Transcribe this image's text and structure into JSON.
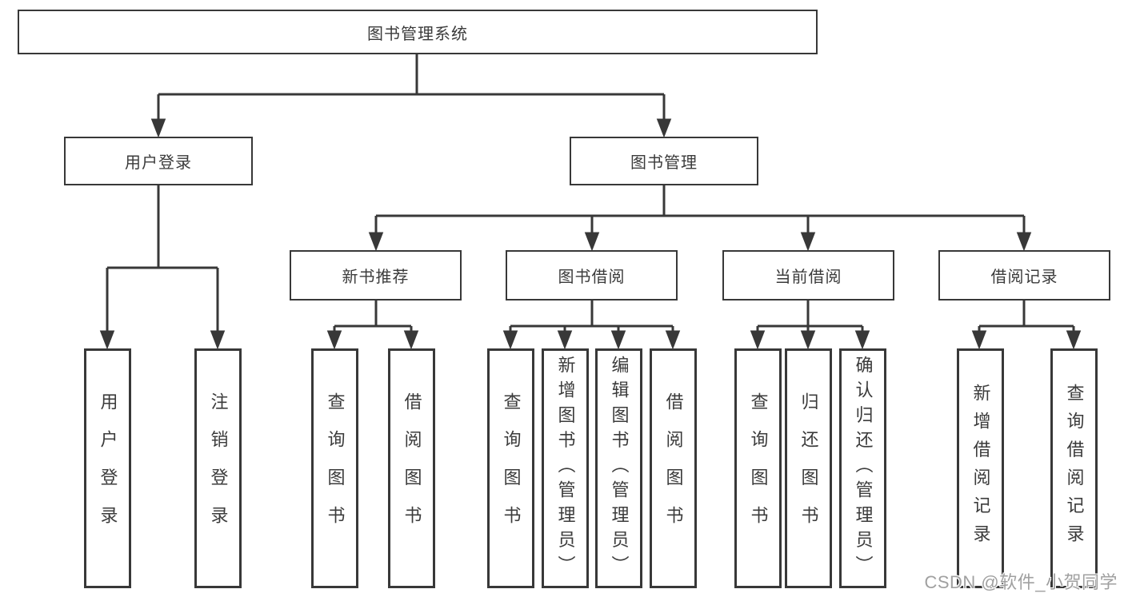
{
  "diagram": {
    "root": {
      "label": "图书管理系统"
    },
    "level2": {
      "user_login": {
        "label": "用户登录"
      },
      "book_mgmt": {
        "label": "图书管理"
      }
    },
    "level3": {
      "new_book_rec": {
        "label": "新书推荐"
      },
      "book_borrow": {
        "label": "图书借阅"
      },
      "current_borrow": {
        "label": "当前借阅"
      },
      "borrow_record": {
        "label": "借阅记录"
      }
    },
    "leaves": {
      "user_login": [
        "用户登录",
        "注销登录"
      ],
      "new_book_rec": [
        "查询图书",
        "借阅图书"
      ],
      "book_borrow": [
        "查询图书",
        "新增图书（管理员）",
        "编辑图书（管理员）",
        "借阅图书"
      ],
      "current_borrow": [
        "查询图书",
        "归还图书",
        "确认归还（管理员）"
      ],
      "borrow_record": [
        "新增借阅记录",
        "查询借阅记录"
      ]
    }
  },
  "watermark": {
    "text": "CSDN @软件_小贺同学"
  },
  "colors": {
    "line": "#383838",
    "box_border": "#383838",
    "text": "#3b3b3b",
    "background": "#ffffff",
    "watermark_text": "#a0a0a0"
  }
}
